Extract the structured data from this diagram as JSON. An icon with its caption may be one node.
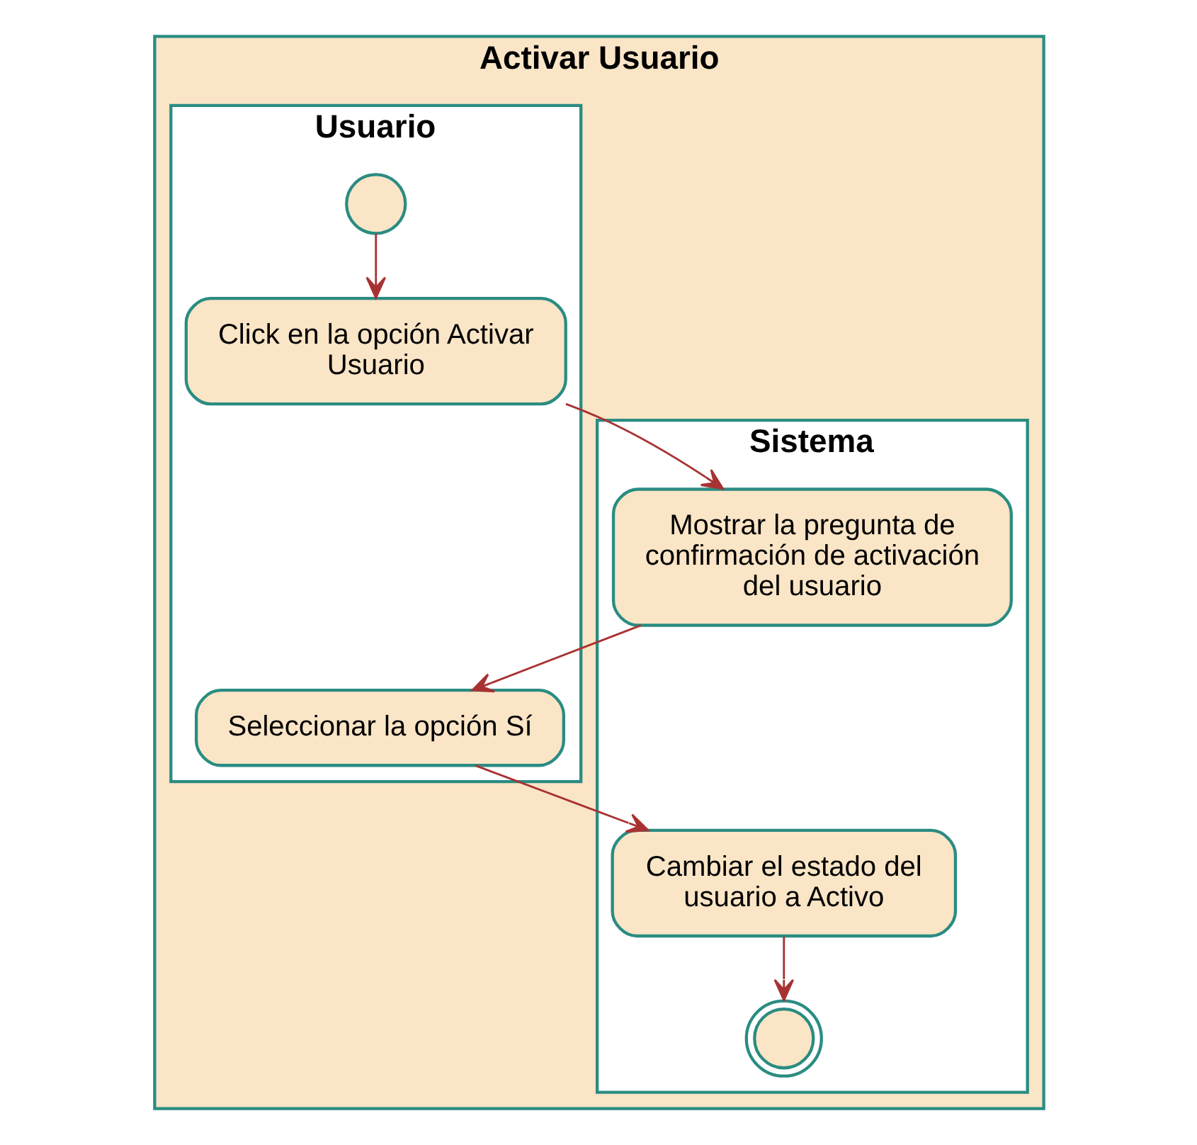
{
  "diagram": {
    "nodes": [
      {
        "text": [
          "Activar Usuario"
        ]
      },
      {
        "text": [
          "Usuario"
        ],
        "in": 0
      },
      {
        "text": [
          "Sistema"
        ],
        "in": 0
      },
      {
        "text": [],
        "shape": "circle",
        "in": 1
      },
      {
        "text": [
          "Click en la opción Activar Usuario"
        ],
        "in": 1
      },
      {
        "text": [
          "Mostrar la pregunta de confirmación de activación del usuario"
        ],
        "in": 2
      },
      {
        "text": [
          "Seleccionar la opción Sí"
        ],
        "in": 1
      },
      {
        "text": [
          "Cambiar el estado del usuario a Activo"
        ],
        "in": 2
      },
      {
        "text": [],
        "shape": "circle",
        "in": 2
      }
    ],
    "edges": [
      {
        "from": 3,
        "to": 4,
        "arrow": "to"
      },
      {
        "from": 4,
        "to": 5,
        "arrow": "to"
      },
      {
        "from": 5,
        "to": 6,
        "arrow": "to"
      },
      {
        "from": 6,
        "to": 7,
        "arrow": "to"
      },
      {
        "from": 7,
        "to": 8,
        "arrow": "to"
      }
    ]
  }
}
